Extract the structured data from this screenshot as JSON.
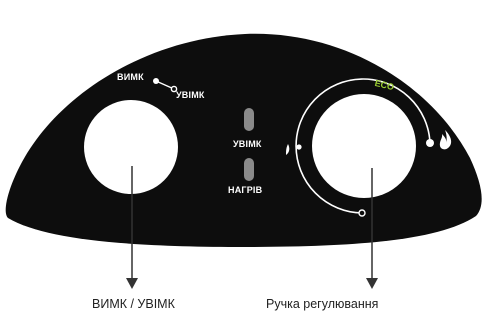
{
  "panel": {
    "switch": {
      "off_label": "ВИМК",
      "on_label": "УВІМК"
    },
    "indicators": [
      {
        "label": "УВІМК",
        "lamp_color": "#8a8a8a"
      },
      {
        "label": "НАГРІВ",
        "lamp_color": "#8a8a8a"
      }
    ],
    "thermostat": {
      "eco_label": "ECO",
      "eco_color": "#9acd32"
    },
    "colors": {
      "body": "#0d0d0d",
      "knob": "#ffffff",
      "arc": "#ffffff"
    }
  },
  "captions": {
    "left": "ВИМК / УВІМК",
    "right": "Ручка регулювання"
  }
}
